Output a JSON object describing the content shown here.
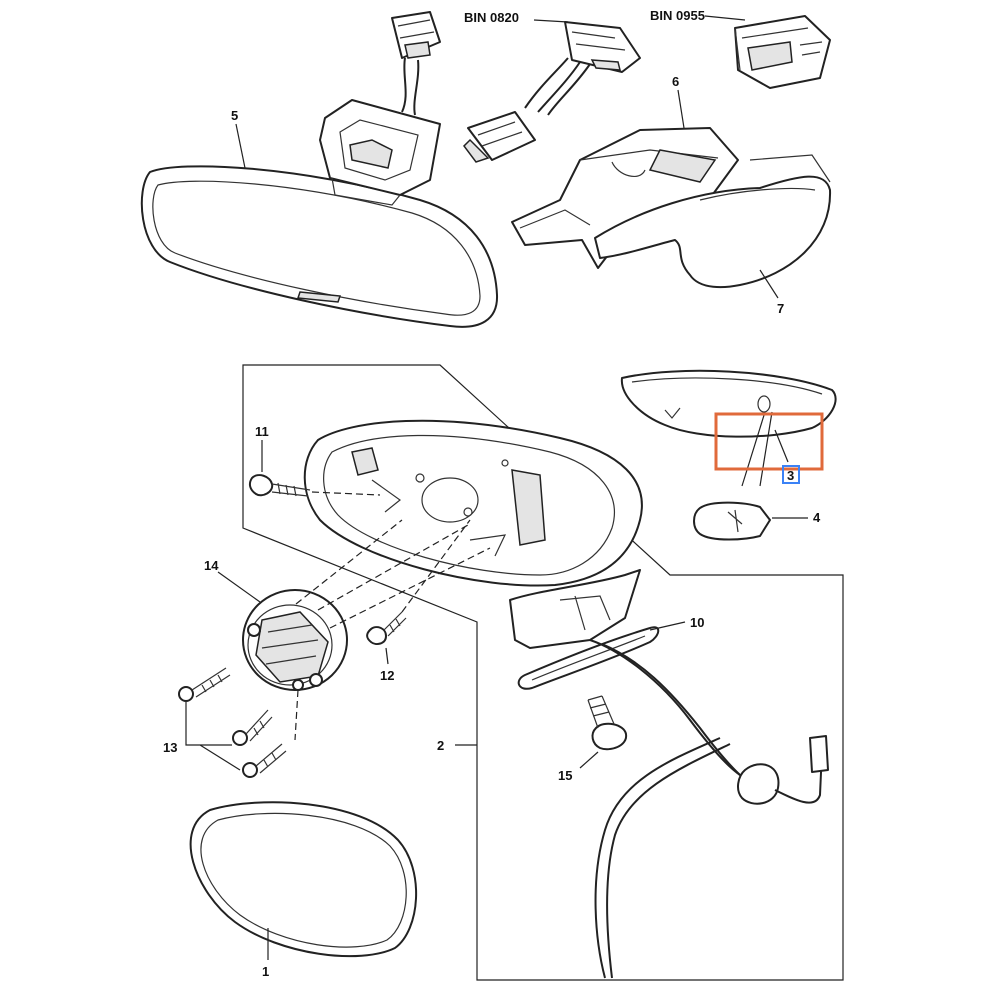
{
  "labels": {
    "bin_0820": "BIN 0820",
    "bin_0955": "BIN 0955",
    "p1": "1",
    "p2": "2",
    "p3": "3",
    "p4": "4",
    "p5": "5",
    "p6": "6",
    "p7": "7",
    "p10": "10",
    "p11": "11",
    "p12": "12",
    "p13": "13",
    "p14": "14",
    "p15": "15"
  },
  "colors": {
    "highlight_box": "#e06a3b",
    "selected_label_box": "#3b82f6"
  }
}
